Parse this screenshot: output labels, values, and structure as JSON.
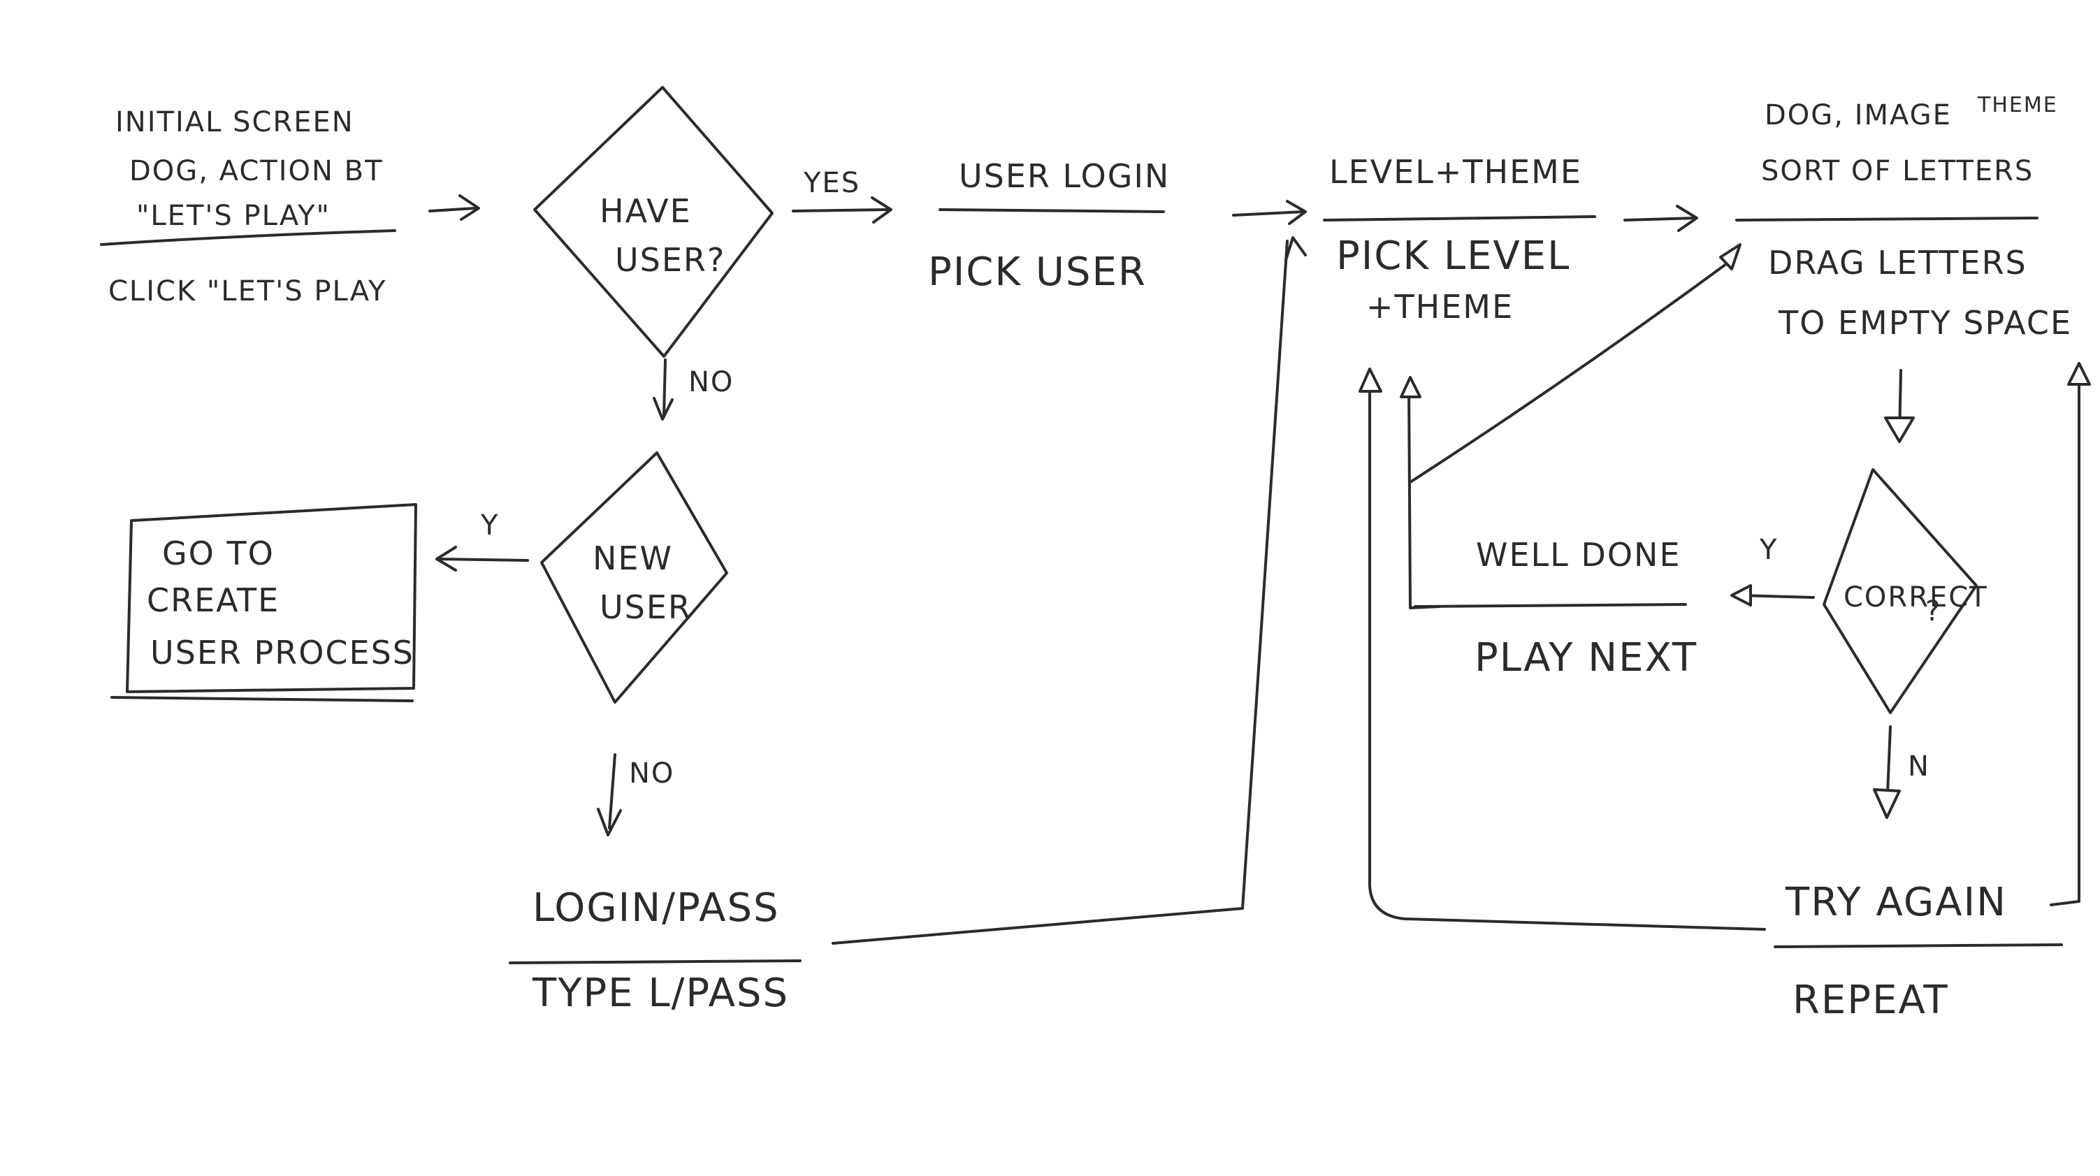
{
  "nodes": {
    "initial_screen": {
      "title_lines": [
        "Initial Screen",
        "Dog, Action BT",
        "\"Let's Play\""
      ],
      "action": "Click \"Let's Play"
    },
    "have_user": {
      "label_lines": [
        "Have",
        "User?"
      ]
    },
    "new_user": {
      "label_lines": [
        "New",
        "User"
      ]
    },
    "create_user": {
      "label_lines": [
        "Go to",
        "Create",
        "User Process"
      ]
    },
    "user_login": {
      "title": "User Login",
      "action": "Pick User"
    },
    "login_pass": {
      "title": "Login/Pass",
      "action": "Type L/Pass"
    },
    "level_theme": {
      "title": "Level+Theme",
      "action_lines": [
        "Pick Level",
        "+Theme"
      ]
    },
    "sort_letters": {
      "title_lines": [
        "Dog, Image",
        "Theme",
        "Sort of Letters"
      ],
      "action_lines": [
        "Drag Letters",
        "to Empty Space"
      ]
    },
    "correct": {
      "label_lines": [
        "Correct",
        "?"
      ]
    },
    "well_done": {
      "title": "Well Done",
      "action": "Play Next"
    },
    "try_again": {
      "title": "Try Again",
      "action": "Repeat"
    }
  },
  "edge_labels": {
    "have_user_yes": "Yes",
    "have_user_no": "No",
    "new_user_yes": "Y",
    "new_user_no": "No",
    "correct_yes": "Y",
    "correct_no": "N"
  },
  "colors": {
    "ink": "#2b2b2b",
    "paper": "#ffffff"
  }
}
